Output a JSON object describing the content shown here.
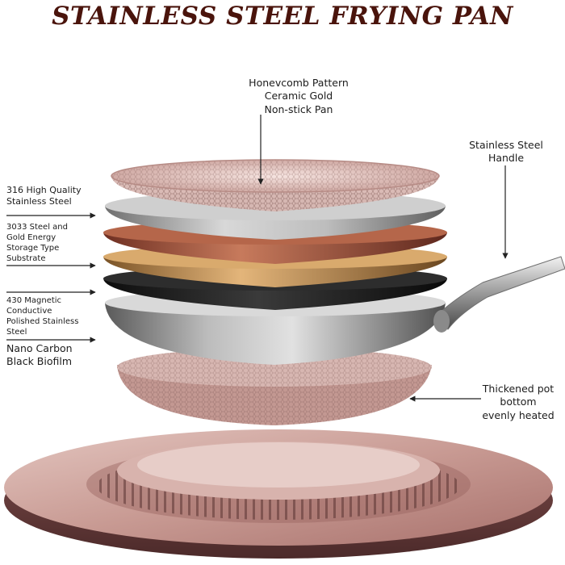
{
  "title": "STAINLESS STEEL FRYING PAN",
  "labels": {
    "honeycomb": [
      "Honevcomb Pattern",
      "Ceramic Gold",
      "Non-stick Pan"
    ],
    "handle": [
      "Stainless Steel",
      "Handle"
    ],
    "steel316": [
      "316 High Quality",
      "Stainless Steel"
    ],
    "steel3033": [
      "3033 Steel and",
      "Gold Energy",
      "Storage Type",
      "Substrate"
    ],
    "magnetic430": [
      "430 Magnetic",
      "Conductive",
      "Polished Stainless",
      "Steel"
    ],
    "nano": [
      "Nano Carbon",
      "Black Biofilm"
    ],
    "bottom": [
      "Thickened pot",
      "bottom",
      "evenly heated"
    ]
  },
  "colors": {
    "title": "#4a140c",
    "copper": "#b86a4f",
    "gold": "#c9975a",
    "black": "#1e1e1e",
    "steel": "#a8a8a8",
    "base": "#c79c96"
  }
}
